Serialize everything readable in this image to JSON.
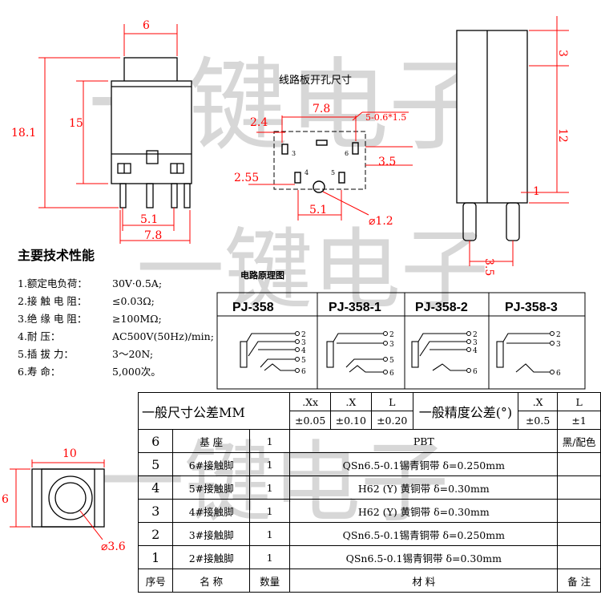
{
  "drawing_side": {
    "dim_width": "6",
    "dim_total_height": "18.1",
    "dim_body_height": "15",
    "dim_pin_pitch_1": "5.1",
    "dim_pin_pitch_2": "7.8"
  },
  "pcb_layout": {
    "title": "线路板开孔尺寸",
    "dim_width": "7.8",
    "dim_left": "2.4",
    "dim_slot": "5-0.6*1.5",
    "dim_row": "3.5",
    "dim_offset": "2.55",
    "dim_pitch": "5.1",
    "dim_hole": "⌀1.2",
    "pin_3": "3",
    "pin_6": "6",
    "pin_4": "4",
    "pin_5": "5"
  },
  "drawing_front": {
    "dim_top": "3",
    "dim_height": "12",
    "dim_step": "1",
    "dim_pin": "3.5"
  },
  "drawing_bottom": {
    "dim_width": "10",
    "dim_height": "6",
    "dim_hole": "⌀3.6"
  },
  "specs": {
    "title": "主要技术性能",
    "items": [
      {
        "label": "1.额定电负荷：",
        "value": "30V·0.5A;"
      },
      {
        "label": "2.接 触 电 阻：",
        "value": "≤0.03Ω;"
      },
      {
        "label": "3.绝 缘 电 阻：",
        "value": "≥100MΩ;"
      },
      {
        "label": "4.耐       压：",
        "value": "AC500V(50Hz)/min;"
      },
      {
        "label": "5.插   拔   力：",
        "value": "3～20N;"
      },
      {
        "label": "6.寿       命：",
        "value": "5,000次。"
      }
    ]
  },
  "schematic": {
    "title": "电路原理图",
    "models": [
      "PJ-358",
      "PJ-358-1",
      "PJ-358-2",
      "PJ-358-3"
    ],
    "pins": {
      "pj358": [
        "2",
        "3",
        "4",
        "5",
        "6"
      ],
      "pj3581": [
        "2",
        "3",
        "5",
        "6"
      ],
      "pj3582": [
        "2",
        "3",
        "4",
        "6"
      ],
      "pj3583": [
        "2",
        "3",
        "6"
      ]
    }
  },
  "tolerance": {
    "dim_label": "一般尺寸公差MM",
    "dim_cols": [
      ".Xx",
      ".X",
      "L"
    ],
    "dim_vals": [
      "±0.05",
      "±0.10",
      "±0.20"
    ],
    "ang_label": "一般精度公差(°)",
    "ang_cols": [
      ".X",
      "L"
    ],
    "ang_vals": [
      "±0.5",
      "±1"
    ]
  },
  "bom": {
    "headers": {
      "no": "序号",
      "name": "名   称",
      "qty": "数量",
      "material": "材       料",
      "note": "备 注"
    },
    "rows": [
      {
        "no": "6",
        "name": "基   座",
        "qty": "1",
        "material": "PBT",
        "note": "黑/配色"
      },
      {
        "no": "5",
        "name": "6#接触脚",
        "qty": "1",
        "material": "QSn6.5-0.1锡青铜带 δ=0.250mm",
        "note": ""
      },
      {
        "no": "4",
        "name": "5#接触脚",
        "qty": "1",
        "material": "H62 (Y) 黄铜带 δ=0.30mm",
        "note": ""
      },
      {
        "no": "3",
        "name": "4#接触脚",
        "qty": "1",
        "material": "H62 (Y) 黄铜带 δ=0.30mm",
        "note": ""
      },
      {
        "no": "2",
        "name": "3#接触脚",
        "qty": "1",
        "material": "QSn6.5-0.1锡青铜带 δ=0.250mm",
        "note": ""
      },
      {
        "no": "1",
        "name": "2#接触脚",
        "qty": "1",
        "material": "QSn6.5-0.1锡青铜带 δ=0.30mm",
        "note": ""
      }
    ]
  },
  "watermark": "一键电子"
}
